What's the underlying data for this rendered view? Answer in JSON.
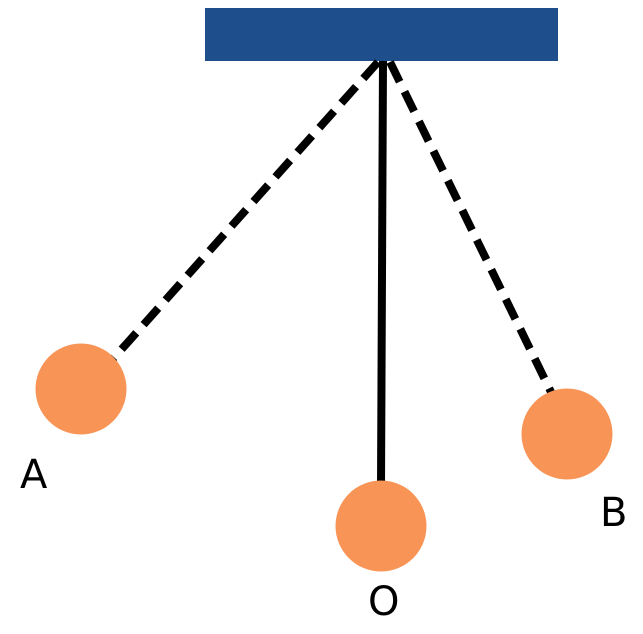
{
  "labels": {
    "a": "A",
    "o": "O",
    "b": "B"
  },
  "colors": {
    "support": "#1f4e8c",
    "bob": "#f79456",
    "string": "#000000"
  }
}
